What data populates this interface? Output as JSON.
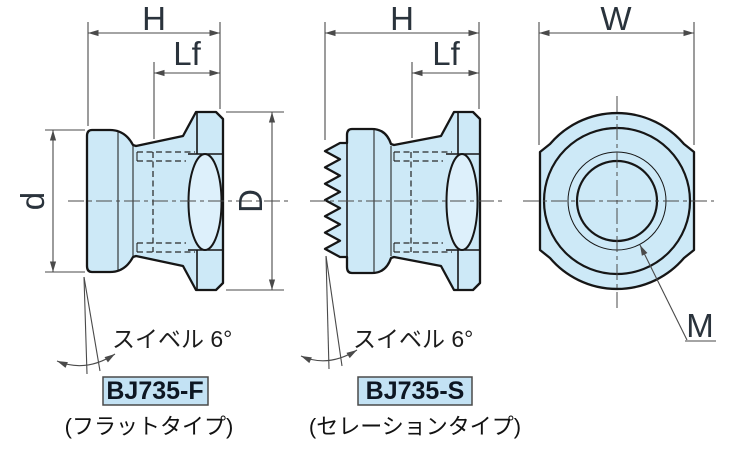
{
  "views": {
    "flat": {
      "dims": {
        "h": "H",
        "lf": "Lf",
        "d": "d",
        "D": "D"
      },
      "swivel_note": "スイベル 6°",
      "model": "BJ735-F",
      "caption": "(フラットタイプ)"
    },
    "serration": {
      "dims": {
        "h": "H",
        "lf": "Lf"
      },
      "swivel_note": "スイベル 6°",
      "model": "BJ735-S",
      "caption": "(セレーションタイプ)"
    },
    "front": {
      "dims": {
        "w": "W"
      },
      "thread_label": "M"
    }
  },
  "colors": {
    "part_fill": "#cde9f7",
    "part_fill_light": "#ddf0fb",
    "outline": "#161616",
    "dim_line": "#4a4a4a",
    "hidden_line": "#2a2a2a",
    "label_text": "#2a333c",
    "model_box_fill": "#c3e2f4",
    "model_box_border": "#4a4a4a",
    "model_text": "#0d1622",
    "caption_text": "#121212",
    "background": "#ffffff"
  }
}
